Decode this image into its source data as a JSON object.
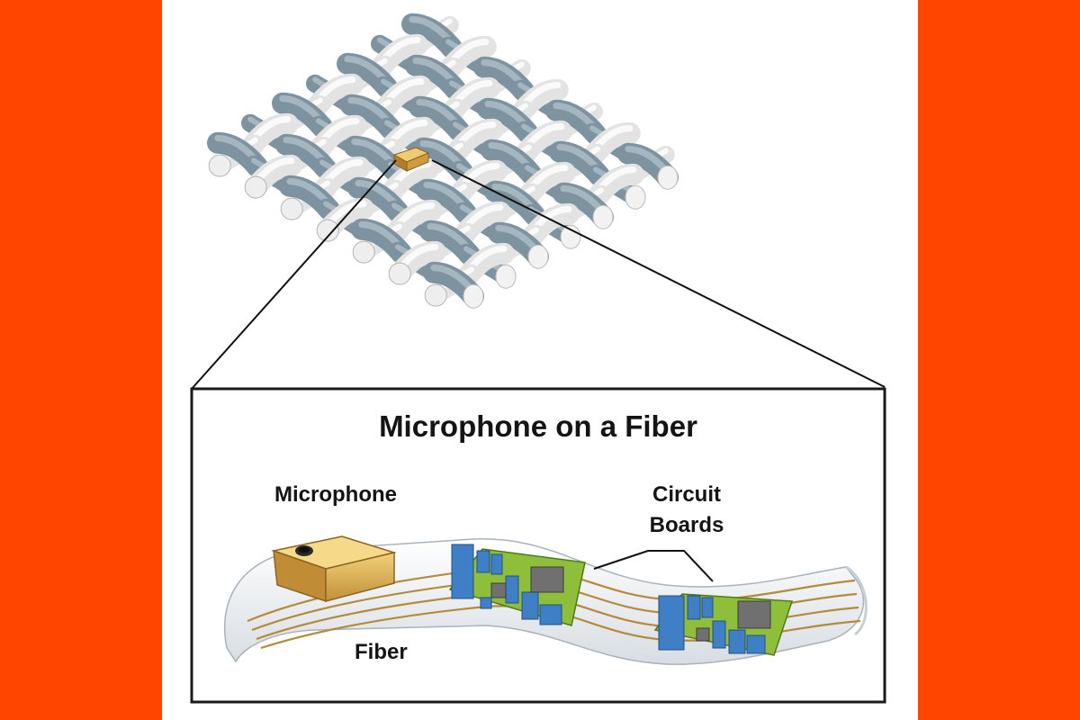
{
  "diagram": {
    "title": "Microphone on a Fiber",
    "labels": {
      "microphone": "Microphone",
      "circuit_line1": "Circuit",
      "circuit_line2": "Boards",
      "fiber": "Fiber"
    },
    "colors": {
      "background": "#ff4500",
      "panel": "#ffffff",
      "yarn_dark": "#7d939f",
      "yarn_light": "#e6e6e6",
      "microphone_gold": "#d4a640",
      "circuit_green": "#8fbf3a",
      "chip_blue": "#3f7fc6",
      "chip_gray": "#707070"
    }
  }
}
